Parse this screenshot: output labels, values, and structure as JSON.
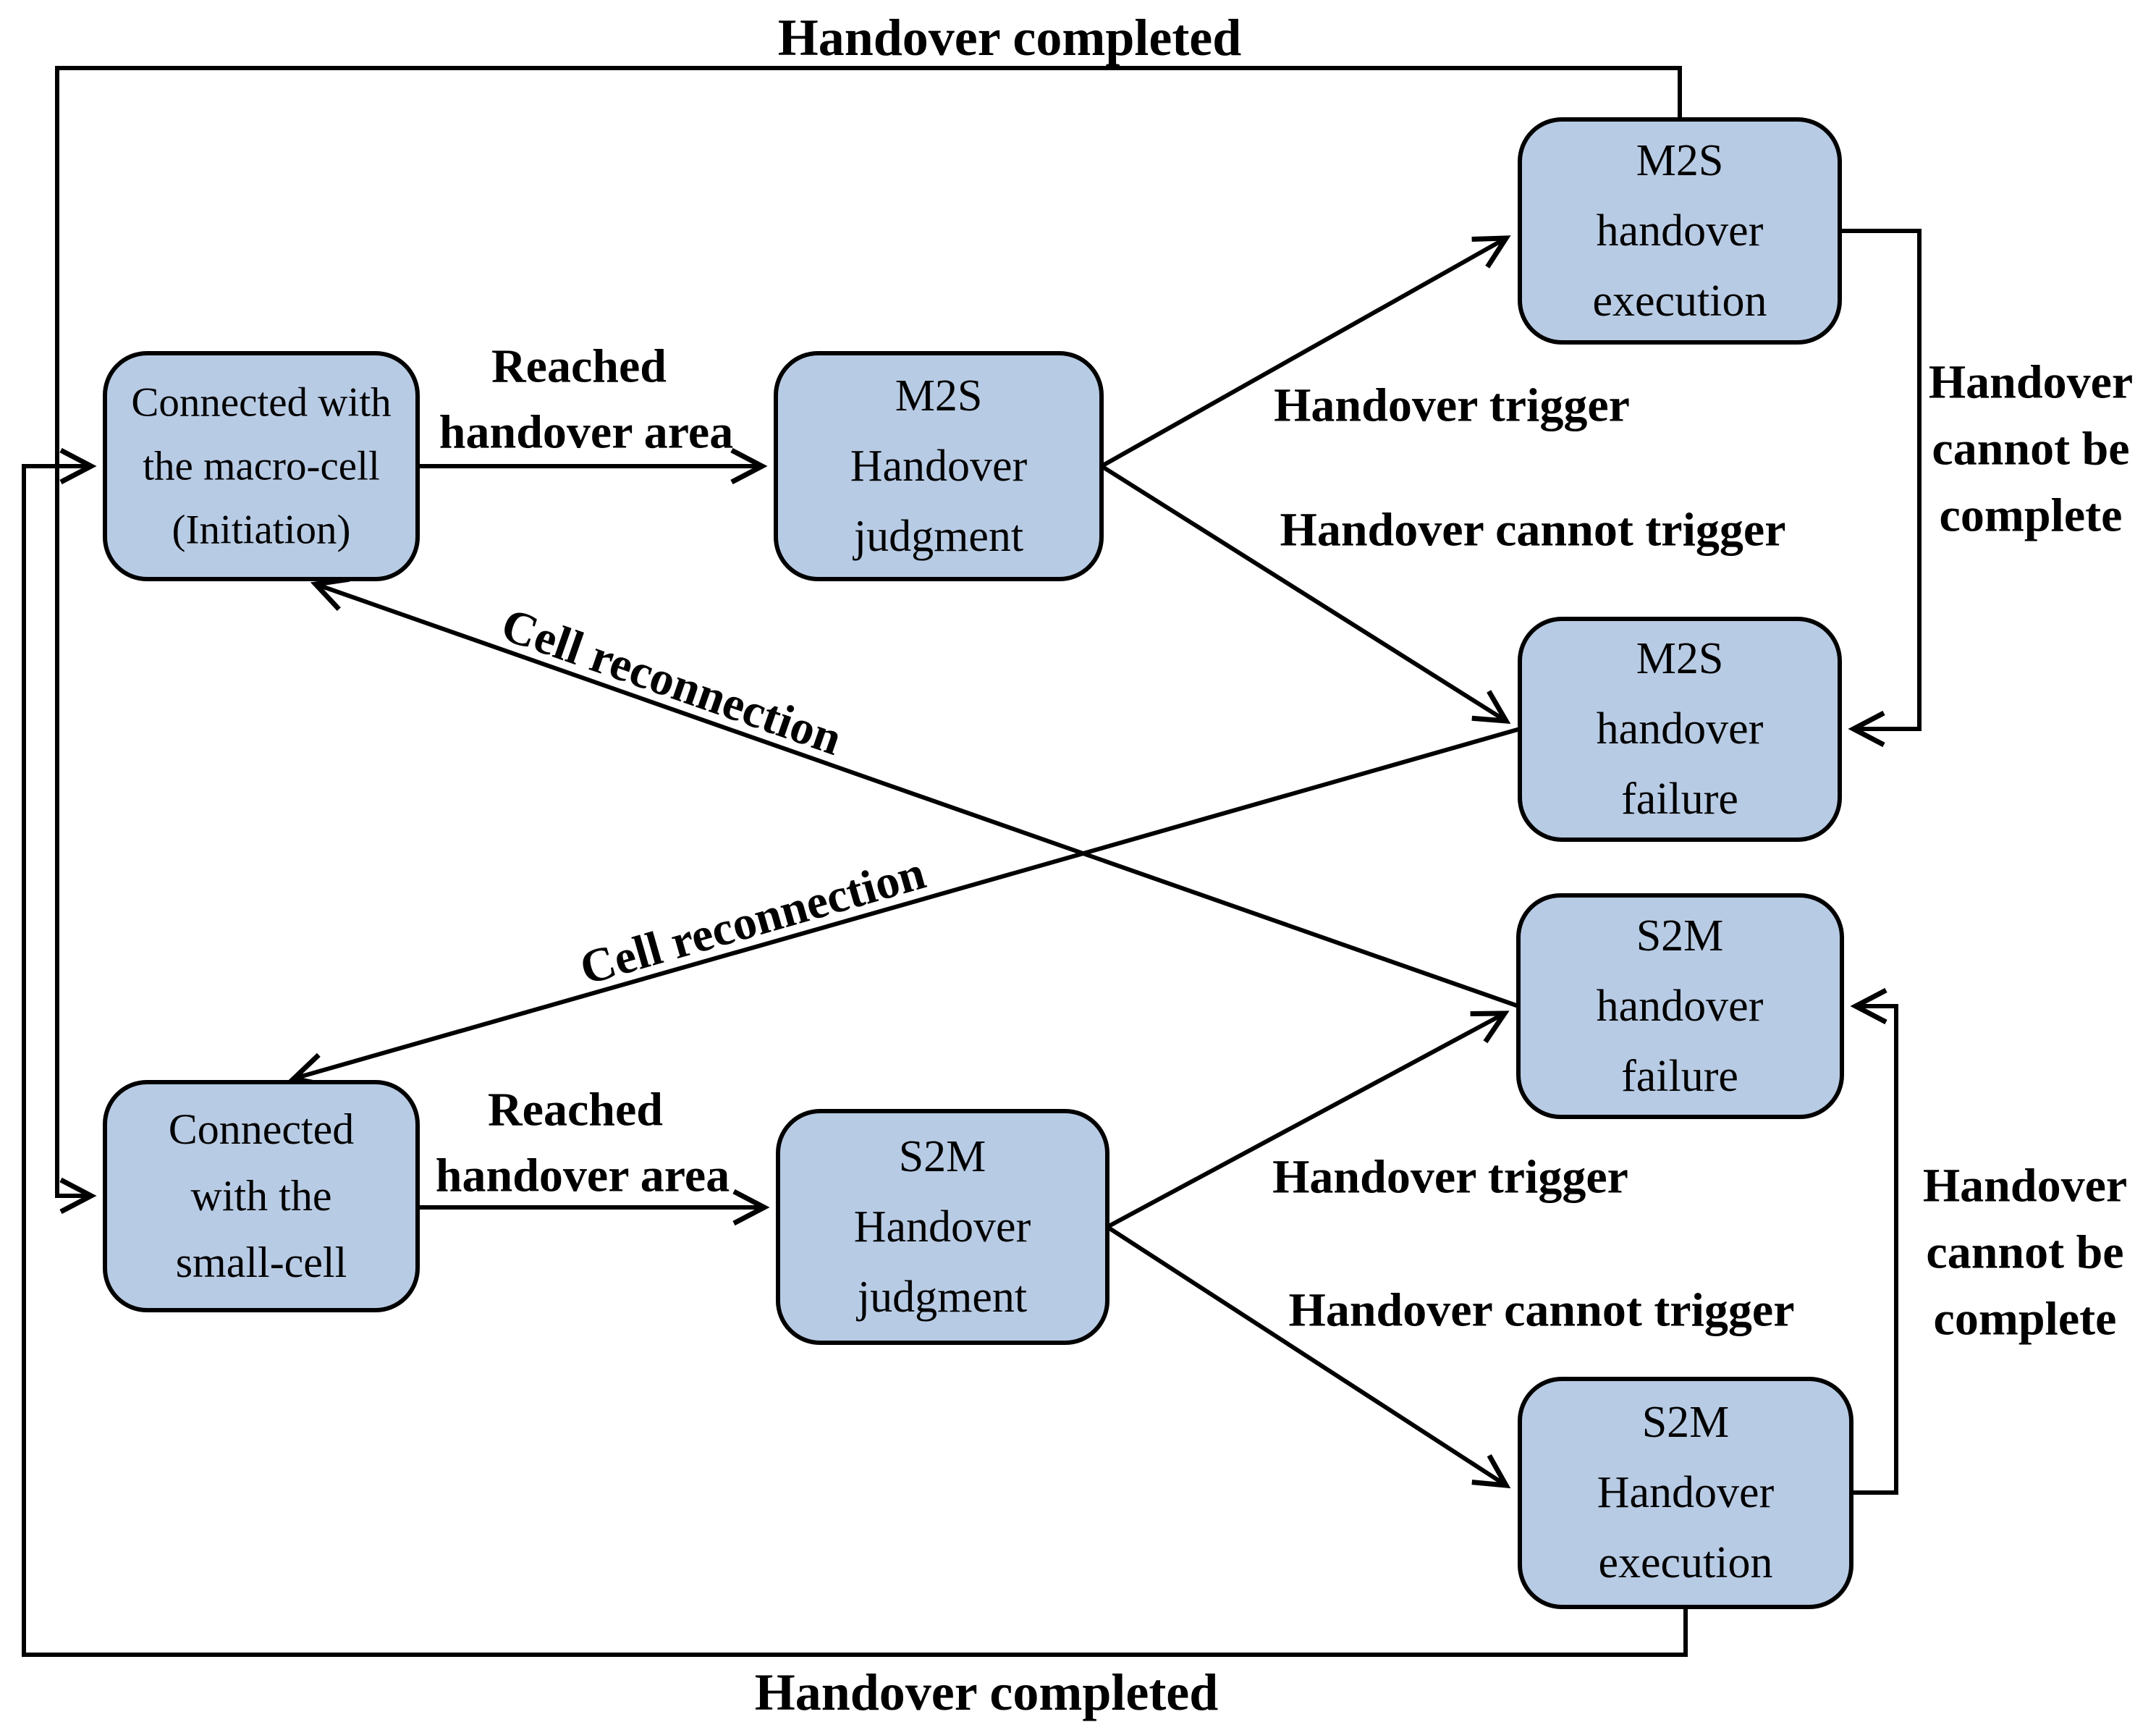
{
  "diagram": {
    "colors": {
      "box_fill": "#b8cbe4",
      "box_border": "#000000",
      "line": "#000000",
      "background": "#ffffff"
    },
    "boxes": {
      "macro": {
        "lines": [
          "Connected with",
          "the macro-cell",
          "(Initiation)"
        ]
      },
      "m2s_judgment": {
        "lines": [
          "M2S",
          "Handover",
          "judgment"
        ]
      },
      "m2s_execution": {
        "lines": [
          "M2S",
          "handover",
          "execution"
        ]
      },
      "m2s_failure": {
        "lines": [
          "M2S",
          "handover",
          "failure"
        ]
      },
      "s2m_failure": {
        "lines": [
          "S2M",
          "handover",
          "failure"
        ]
      },
      "small_cell": {
        "lines": [
          "Connected",
          "with the",
          "small-cell"
        ]
      },
      "s2m_judgment": {
        "lines": [
          "S2M",
          "Handover",
          "judgment"
        ]
      },
      "s2m_execution": {
        "lines": [
          "S2M",
          "Handover",
          "execution"
        ]
      }
    },
    "labels": {
      "handover_completed_top": "Handover completed",
      "handover_completed_bottom": "Handover completed",
      "reached_handover_area_top": [
        "Reached",
        "handover area"
      ],
      "reached_handover_area_bottom": [
        "Reached",
        "handover area"
      ],
      "handover_trigger_top": "Handover trigger",
      "handover_cannot_trigger_top": "Handover cannot trigger",
      "handover_trigger_bottom": "Handover trigger",
      "handover_cannot_trigger_bottom": "Handover cannot trigger",
      "handover_cannot_be_complete_top": [
        "Handover",
        "cannot be",
        "complete"
      ],
      "handover_cannot_be_complete_bottom": [
        "Handover",
        "cannot be",
        "complete"
      ],
      "cell_reconnection_upper": "Cell reconnection",
      "cell_reconnection_lower": "Cell reconnection"
    }
  }
}
